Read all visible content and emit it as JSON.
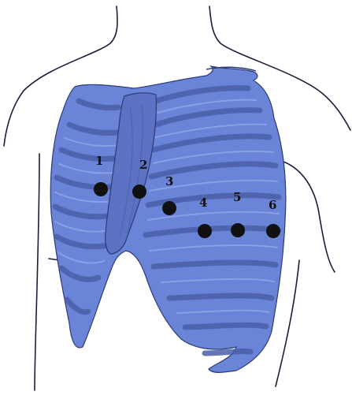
{
  "colors": {
    "background": "#ffffff",
    "ribcage": "#6a84d8",
    "rib_shadow": "#4a5fa8",
    "rib_edge": "#2d3a78",
    "sternum": "#5c73c4",
    "outline": "#1a1e3a",
    "electrode": "#111111"
  },
  "electrodes": [
    {
      "id": "V1",
      "label": "1"
    },
    {
      "id": "V2",
      "label": "2"
    },
    {
      "id": "V3",
      "label": "3"
    },
    {
      "id": "V4",
      "label": "4"
    },
    {
      "id": "V5",
      "label": "5"
    },
    {
      "id": "V6",
      "label": "6"
    }
  ]
}
